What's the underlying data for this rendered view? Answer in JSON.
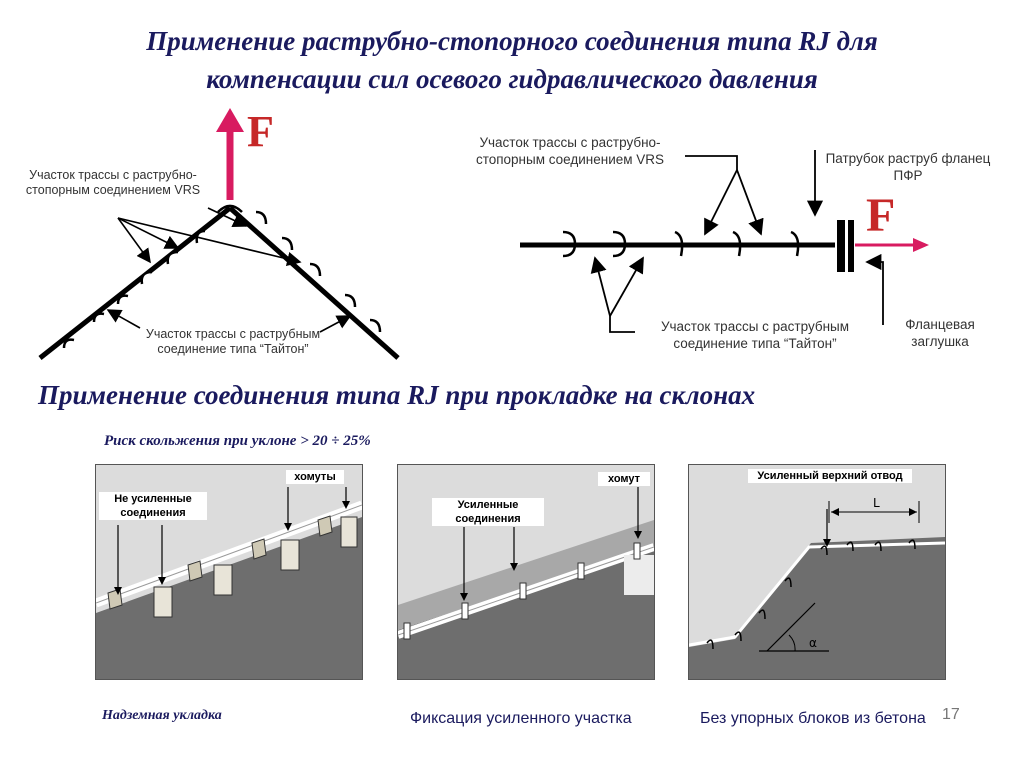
{
  "title_line1": "Применение раструбно-стопорного соединения типа RJ для",
  "title_line2": "компенсации сил осевого гидравлического давления",
  "left_diagram": {
    "force_letter": "F",
    "label_vrs": "Участок трассы с раструбно-стопорным соединением VRS",
    "label_taiton": "Участок трассы с раструбным соединение типа “Тайтон”"
  },
  "right_diagram": {
    "force_letter": "F",
    "label_vrs": "Участок трассы с раструбно-стопорным соединением VRS",
    "label_flange": "Патрубок раструб фланец ПФР",
    "label_taiton": "Участок трассы с раструбным соединение типа “Тайтон”",
    "label_plug": "Фланцевая заглушка"
  },
  "section2_title": "Применение соединения типа RJ при прокладке на склонах",
  "risk_note": "Риск скольжения при уклоне > 20 ÷ 25%",
  "panels": [
    {
      "tag_main": "Не усиленные соединения",
      "tag_clamp": "хомуты",
      "caption": "Надземная укладка"
    },
    {
      "tag_main": "Усиленные соединения",
      "tag_clamp": "хомут",
      "caption": "Фиксация усиленного участка"
    },
    {
      "tag_main": "Усиленный верхний отвод",
      "dim_label": "L",
      "angle_label": "α",
      "caption": "Без упорных блоков из бетона"
    }
  ],
  "page_number": "17",
  "colors": {
    "title": "#1a1a5e",
    "force_arrow": "#d81b60",
    "force_letter": "#c62828",
    "ground": "#707070",
    "panel_bg": "#d9d9d9"
  }
}
